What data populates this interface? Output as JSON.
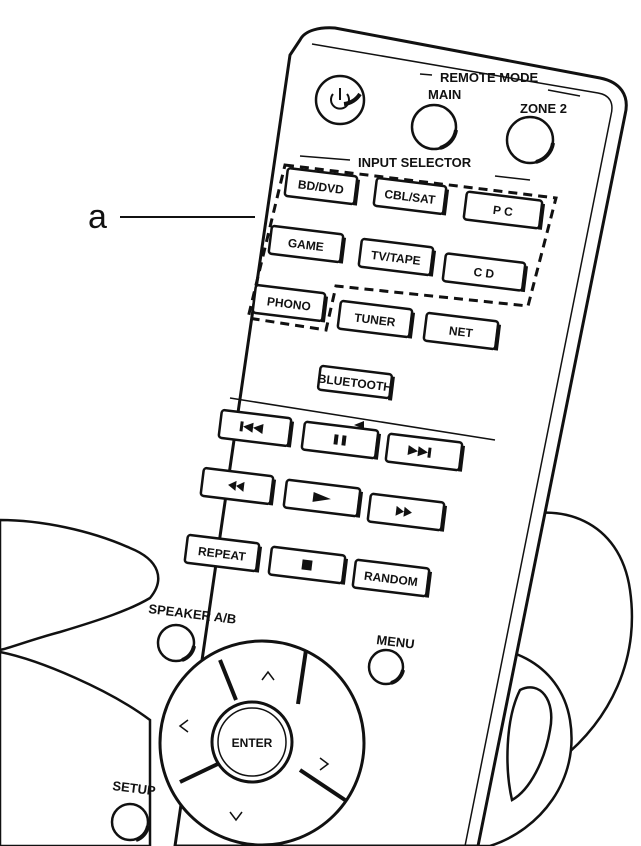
{
  "callout": {
    "label": "a"
  },
  "remote_mode": {
    "title": "REMOTE MODE",
    "main_label": "MAIN",
    "zone2_label": "ZONE 2"
  },
  "input_selector": {
    "title": "INPUT SELECTOR",
    "buttons": [
      "BD/DVD",
      "CBL/SAT",
      "P C",
      "GAME",
      "TV/TAPE",
      "C D",
      "PHONO"
    ]
  },
  "other_inputs": [
    "TUNER",
    "NET",
    "BLUETOOTH"
  ],
  "transport": {
    "prev_icon": "skip-back-icon",
    "pause_icon": "pause-icon",
    "next_icon": "skip-forward-icon",
    "rewind_icon": "rewind-icon",
    "play_icon": "play-icon",
    "ffwd_icon": "fast-forward-icon",
    "stop_icon": "stop-icon"
  },
  "play_buttons": {
    "repeat": "REPEAT",
    "random": "RANDOM"
  },
  "labels": {
    "speaker_ab": "SPEAKER A/B",
    "menu": "MENU",
    "enter": "ENTER",
    "setup": "SETUP"
  },
  "colors": {
    "ink": "#111111",
    "paper": "#ffffff"
  }
}
